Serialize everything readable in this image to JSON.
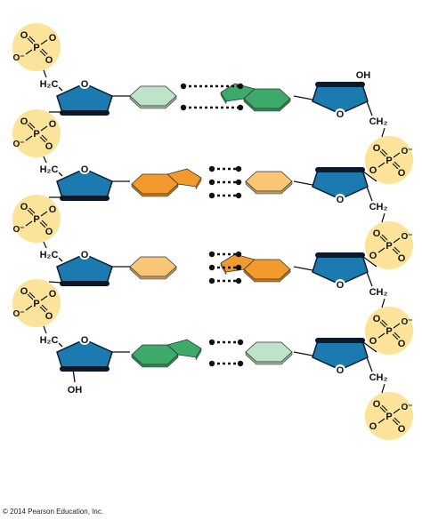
{
  "copyright": "© 2014 Pearson Education, Inc.",
  "labels": {
    "phosphorus": "P",
    "oxygen": "O",
    "negative_oxygen": "O⁻",
    "methylene": "H₂C",
    "methylene_right": "CH₂",
    "hydroxyl_top": "OH",
    "hydroxyl_bottom": "OH"
  },
  "colors": {
    "phosphate_fill": "#fbe49a",
    "sugar_fill": "#1b7bb0",
    "sugar_edge": "#0b1a2a",
    "adenine_guanine_orange": "#f39a2c",
    "pyrimidine_light_orange": "#f9c676",
    "purine_green": "#3daa6a",
    "pyrimidine_light_green": "#bfe3c8",
    "bond_line": "#111111"
  },
  "base_pairs": [
    {
      "left": "pyrimidine-light-green",
      "right": "purine-green",
      "hydrogen_bonds": 2
    },
    {
      "left": "purine-orange",
      "right": "pyrimidine-light-orange",
      "hydrogen_bonds": 3
    },
    {
      "left": "pyrimidine-light-orange",
      "right": "purine-orange",
      "hydrogen_bonds": 3
    },
    {
      "left": "purine-green",
      "right": "pyrimidine-light-green",
      "hydrogen_bonds": 2
    }
  ]
}
